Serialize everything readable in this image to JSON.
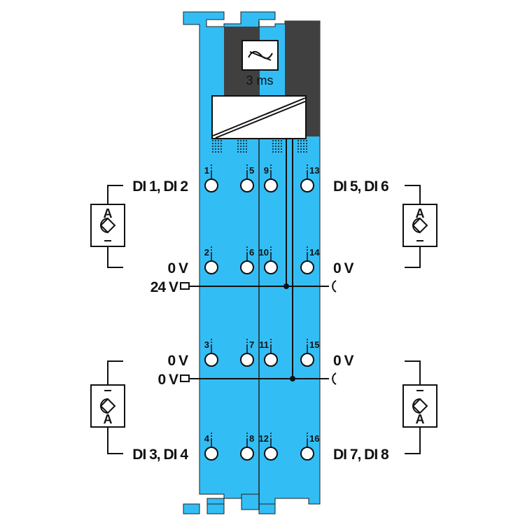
{
  "colors": {
    "module": "#33bdf5",
    "dark": "#404040",
    "line": "#111111"
  },
  "filter": {
    "label": "3 ms",
    "icon": "tilde-filter-icon"
  },
  "terminals": {
    "col1": [
      "1",
      "2",
      "3",
      "4"
    ],
    "col2": [
      "5",
      "6",
      "7",
      "8"
    ],
    "col3": [
      "9",
      "10",
      "11",
      "12"
    ],
    "col4": [
      "13",
      "14",
      "15",
      "16"
    ]
  },
  "labels": {
    "di12": "DI 1, DI 2",
    "di56": "DI 5, DI 6",
    "di34": "DI 3, DI 4",
    "di78": "DI 7, DI 8",
    "zero_v_left_1": "0 V",
    "zero_v_right_1": "0 V",
    "supply_24v": "24 V",
    "zero_v_left_2": "0 V",
    "zero_v_right_2": "0 V",
    "supply_0v": "0 V"
  },
  "sensor": {
    "letter": "A"
  }
}
